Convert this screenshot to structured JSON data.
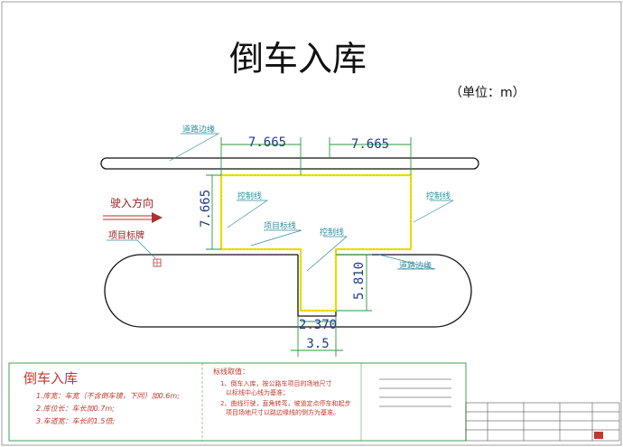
{
  "diagram": {
    "title": "倒车入库",
    "unit_label": "（单位：m）",
    "labels": {
      "road_edge_top": "道路边缘",
      "road_edge_right": "道路边缘",
      "control_line_left": "控制线",
      "control_line_right": "控制线",
      "control_line_bottom": "控制线",
      "project_marker_line": "项目标线",
      "entry_direction": "驶入方向",
      "project_sign": "项目标牌"
    },
    "dimensions": {
      "top_left": "7.665",
      "top_right": "7.665",
      "left_vertical": "7.665",
      "garage_depth": "5.810",
      "garage_width": "2.370",
      "bottom_width": "3.5"
    }
  },
  "notes": {
    "title": "倒车入库",
    "lines": [
      "1.库宽：车宽（不含倒车镜，下同）加0.6m;",
      "2.库位长：车长加0.7m;",
      "3.车道宽：车长的1.5倍;"
    ],
    "marking_title": "标线取值：",
    "marking_lines": [
      "1、倒车入库，按公路车项目的场地尺寸",
      "以标线中心线为基准；",
      "2、曲线行驶，直角转弯，坡道定点停车和起步",
      "项目场地尺寸以路边缘线的侧方为基准。"
    ]
  },
  "colors": {
    "control_line": "#f0e000",
    "outline": "#111111",
    "dimension": "#2a9a3a",
    "leader": "#2f8fa0",
    "arrow": "#b03030",
    "panel_border": "#2a9a3a"
  }
}
